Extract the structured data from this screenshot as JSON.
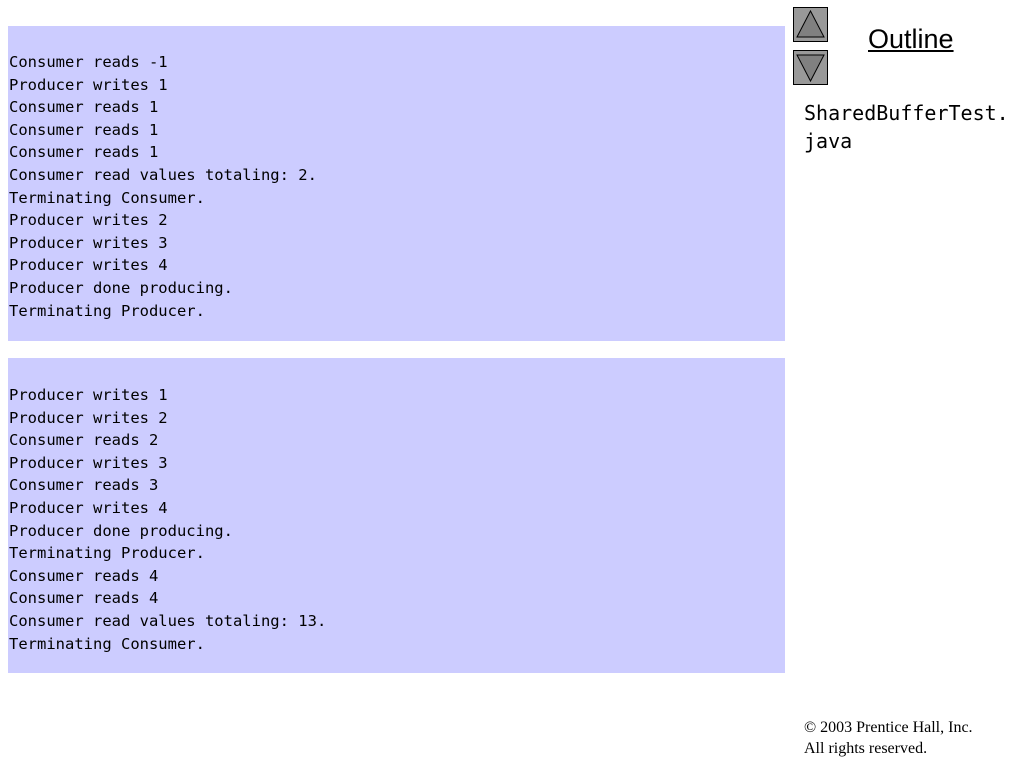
{
  "outputs": [
    {
      "lines": [
        "Consumer reads -1",
        "Producer writes 1",
        "Consumer reads 1",
        "Consumer reads 1",
        "Consumer reads 1",
        "Consumer read values totaling: 2.",
        "Terminating Consumer.",
        "Producer writes 2",
        "Producer writes 3",
        "Producer writes 4",
        "Producer done producing.",
        "Terminating Producer."
      ]
    },
    {
      "lines": [
        "Producer writes 1",
        "Producer writes 2",
        "Consumer reads 2",
        "Producer writes 3",
        "Consumer reads 3",
        "Producer writes 4",
        "Producer done producing.",
        "Terminating Producer.",
        "Consumer reads 4",
        "Consumer reads 4",
        "Consumer read values totaling: 13.",
        "Terminating Consumer."
      ]
    }
  ],
  "sidebar": {
    "title": "Outline",
    "file_name": "SharedBufferTest.java",
    "nav": {
      "up_icon": "triangle-up-icon",
      "down_icon": "triangle-down-icon"
    }
  },
  "footer": {
    "copyright_line1": "© 2003 Prentice Hall, Inc.",
    "copyright_line2": "All rights reserved."
  },
  "colors": {
    "output_background": "#ccccff",
    "button_background": "#999999",
    "icon_fill": "#808080"
  }
}
